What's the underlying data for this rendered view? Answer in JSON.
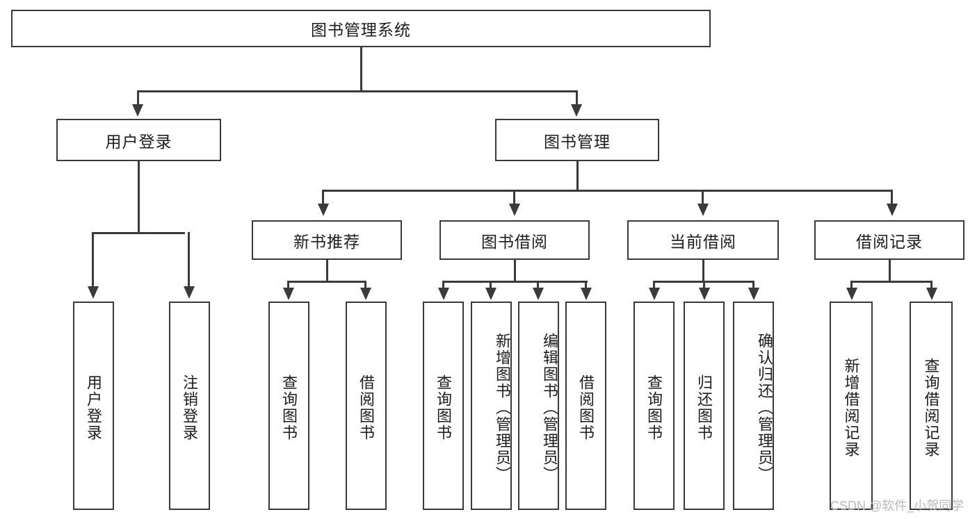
{
  "diagram": {
    "title": "图书管理系统",
    "type": "hierarchical-function-tree",
    "watermark": "CSDN @软件_小贺同学",
    "colors": {
      "stroke": "#3a3a3a",
      "fill": "#ffffff",
      "text": "#1c1c1c",
      "watermark": "#b9b9b9"
    },
    "levels": [
      {
        "level": 1,
        "nodes": [
          {
            "id": "root",
            "label": "图书管理系统",
            "orientation": "horizontal"
          }
        ]
      },
      {
        "level": 2,
        "nodes": [
          {
            "id": "login",
            "label": "用户登录",
            "orientation": "horizontal",
            "parent": "root"
          },
          {
            "id": "bookmgmt",
            "label": "图书管理",
            "orientation": "horizontal",
            "parent": "root"
          }
        ]
      },
      {
        "level": 3,
        "nodes": [
          {
            "id": "newbook",
            "label": "新书推荐",
            "orientation": "horizontal",
            "parent": "bookmgmt"
          },
          {
            "id": "borrow",
            "label": "图书借阅",
            "orientation": "horizontal",
            "parent": "bookmgmt"
          },
          {
            "id": "current",
            "label": "当前借阅",
            "orientation": "horizontal",
            "parent": "bookmgmt"
          },
          {
            "id": "records",
            "label": "借阅记录",
            "orientation": "horizontal",
            "parent": "bookmgmt"
          }
        ]
      },
      {
        "level": 4,
        "nodes": [
          {
            "id": "leaf1",
            "label": "用户登录",
            "orientation": "vertical",
            "parent": "login"
          },
          {
            "id": "leaf2",
            "label": "注销登录",
            "orientation": "vertical",
            "parent": "login"
          },
          {
            "id": "leaf3",
            "label": "查询图书",
            "orientation": "vertical",
            "parent": "newbook"
          },
          {
            "id": "leaf4",
            "label": "借阅图书",
            "orientation": "vertical",
            "parent": "newbook"
          },
          {
            "id": "leaf5",
            "label": "查询图书",
            "orientation": "vertical",
            "parent": "borrow"
          },
          {
            "id": "leaf6",
            "label": "新增图书（管理员）",
            "orientation": "vertical",
            "parent": "borrow"
          },
          {
            "id": "leaf7",
            "label": "编辑图书（管理员）",
            "orientation": "vertical",
            "parent": "borrow"
          },
          {
            "id": "leaf8",
            "label": "借阅图书",
            "orientation": "vertical",
            "parent": "borrow"
          },
          {
            "id": "leaf9",
            "label": "查询图书",
            "orientation": "vertical",
            "parent": "current"
          },
          {
            "id": "leaf10",
            "label": "归还图书",
            "orientation": "vertical",
            "parent": "current"
          },
          {
            "id": "leaf11",
            "label": "确认归还（管理员）",
            "orientation": "vertical",
            "parent": "current"
          },
          {
            "id": "leaf12",
            "label": "新增借阅记录",
            "orientation": "vertical",
            "parent": "records"
          },
          {
            "id": "leaf13",
            "label": "查询借阅记录",
            "orientation": "vertical",
            "parent": "records"
          }
        ]
      }
    ]
  }
}
